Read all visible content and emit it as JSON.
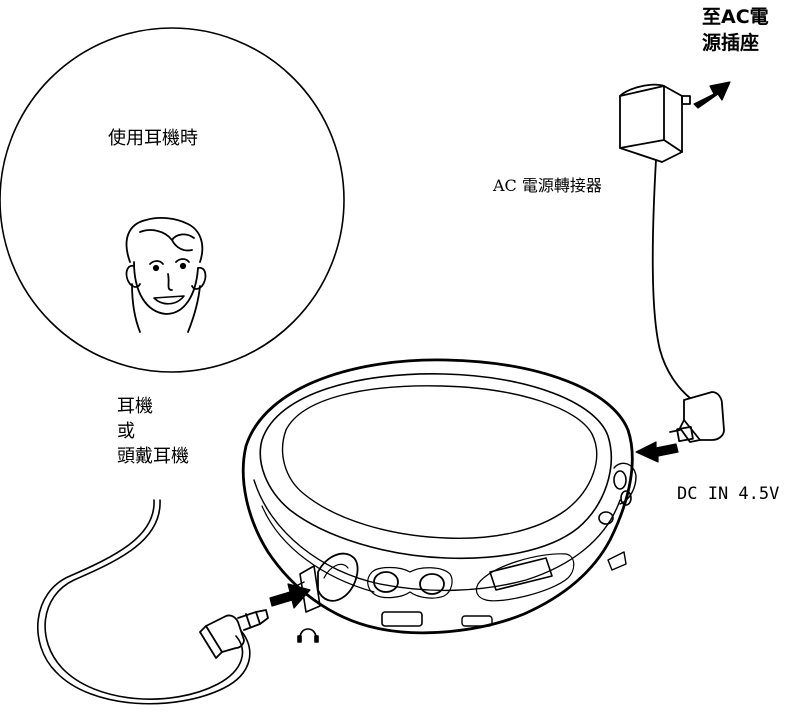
{
  "labels": {
    "wall_outlet": [
      "至AC電",
      "源插座"
    ],
    "ac_adapter": "AC 電源轉接器",
    "when_using_earphones": "使用耳機時",
    "earphones": [
      "耳機",
      "或",
      "頭戴耳機"
    ],
    "dc_in": "DC IN 4.5V"
  },
  "icons": {
    "headphone_jack": "headphones-symbol",
    "arrow": "filled-arrow"
  },
  "colors": {
    "line": "#000000",
    "background": "#ffffff"
  }
}
